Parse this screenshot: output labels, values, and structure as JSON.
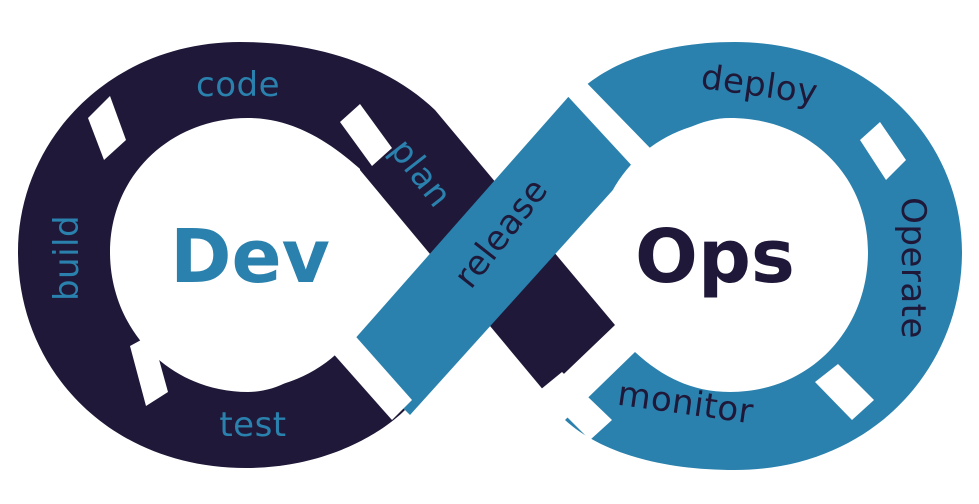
{
  "colors": {
    "dark": "#1f1838",
    "blue": "#2a81ad",
    "background": "#ffffff"
  },
  "center": {
    "dev": "Dev",
    "ops": "Ops"
  },
  "stages": {
    "plan": "plan",
    "code": "code",
    "build": "build",
    "test": "test",
    "release": "release",
    "deploy": "deploy",
    "operate": "Operate",
    "monitor": "monitor"
  }
}
